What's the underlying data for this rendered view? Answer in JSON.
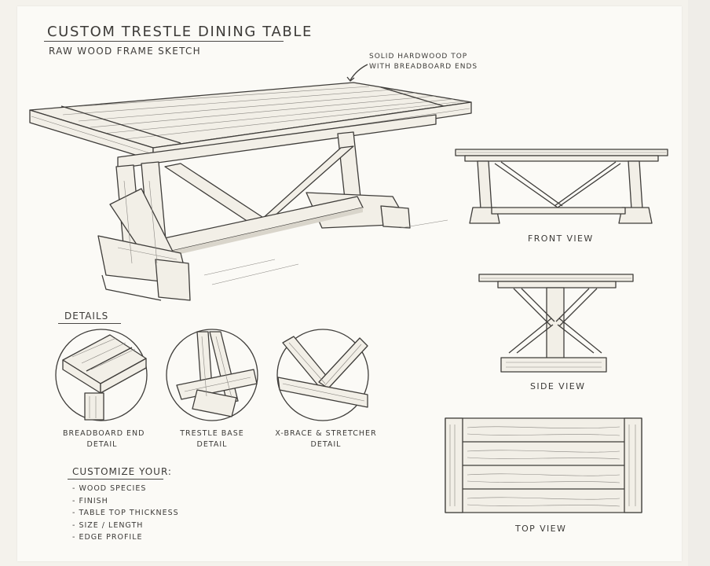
{
  "header": {
    "title": "Custom Trestle Dining Table",
    "subtitle": "Raw wood frame sketch"
  },
  "callout": {
    "line1": "Solid hardwood top",
    "line2": "with breadboard ends"
  },
  "views": {
    "front": "Front view",
    "side": "Side view",
    "top": "Top view"
  },
  "details": {
    "heading": "Details",
    "items": [
      {
        "line1": "Breadboard end",
        "line2": "detail"
      },
      {
        "line1": "Trestle base",
        "line2": "detail"
      },
      {
        "line1": "X-brace & stretcher",
        "line2": "detail"
      }
    ]
  },
  "customize": {
    "heading": "Customize Your:",
    "items": [
      "- Wood species",
      "- Finish",
      "- Table top thickness",
      "- Size / length",
      "- Edge profile"
    ]
  }
}
